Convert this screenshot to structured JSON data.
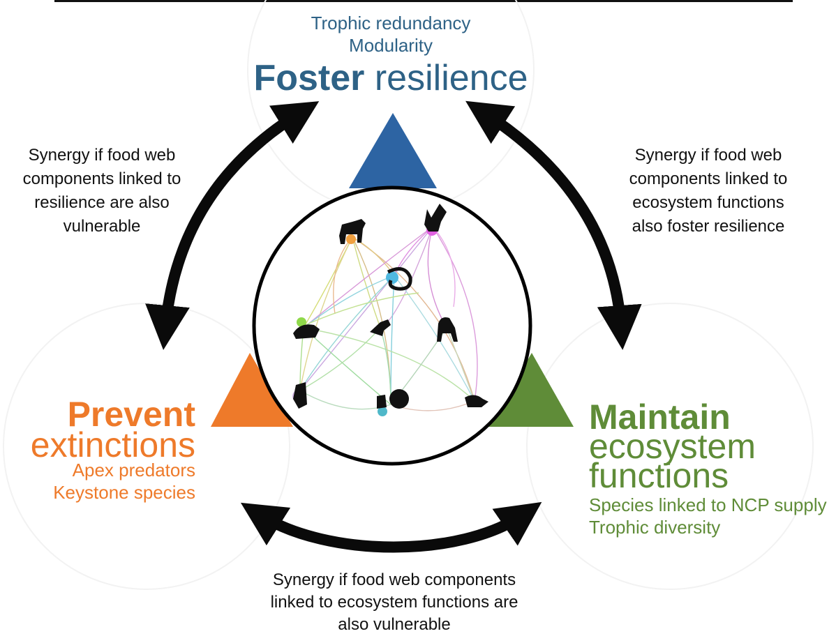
{
  "top": {
    "line1": "Trophic redundancy",
    "line2": "Modularity",
    "title_bold": "Foster",
    "title_rest": "resilience"
  },
  "left_goal": {
    "title_bold": "Prevent",
    "title_rest": "extinctions",
    "line1": "Apex predators",
    "line2": "Keystone species"
  },
  "right_goal": {
    "title_bold": "Maintain",
    "title_rest1": "ecosystem",
    "title_rest2": "functions",
    "line1": "Species linked to NCP supply",
    "line2": "Trophic diversity"
  },
  "synergy_left": {
    "l1": "Synergy if food web",
    "l2": "components linked to",
    "l3": "resilience are also",
    "l4": "vulnerable"
  },
  "synergy_right": {
    "l1": "Synergy if food web",
    "l2": "components linked to",
    "l3": "ecosystem functions",
    "l4": "also foster resilience"
  },
  "synergy_bottom": {
    "l1": "Synergy if food web components",
    "l2": "linked to ecosystem functions are",
    "l3": "also vulnerable"
  },
  "colors": {
    "blue": "#2e6286",
    "triangle_blue": "#2d64a3",
    "orange": "#ee7a2a",
    "green": "#5f8c38",
    "arrow": "#0a0a0a"
  },
  "icons": [
    "wolf-icon",
    "eagle-icon",
    "snake-icon",
    "rodent-icon",
    "bird-icon",
    "goat-icon",
    "fly-icon",
    "tree-icon",
    "beetle-icon",
    "beaver-icon"
  ]
}
